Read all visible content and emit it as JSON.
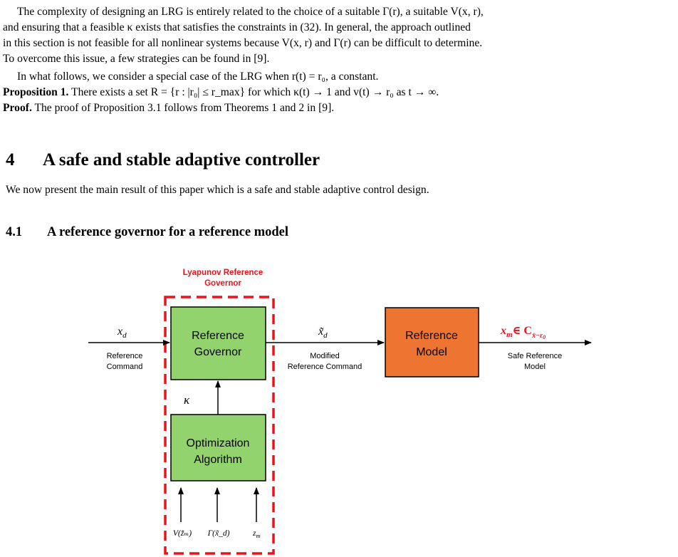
{
  "paragraph1": {
    "line1": "The complexity of designing an LRG is entirely related to the choice of a suitable Γ(r), a suitable V(x, r),",
    "line2": "and ensuring that a feasible κ exists that satisfies the constraints in (32). In general, the approach outlined",
    "line3": "in this section is not feasible for all nonlinear systems because V(x, r) and Γ(r) can be difficult to determine.",
    "line4": "To overcome this issue, a few strategies can be found in [9]."
  },
  "paragraph2": "In what follows, we consider a special case of the LRG when r(t) = r₀, a constant.",
  "proposition": {
    "label": "Proposition 1.",
    "text": "There exists a set R = {r : |r₀| ≤ r_max} for which κ(t) → 1 and v(t) → r₀ as t → ∞."
  },
  "proof": {
    "label": "Proof.",
    "text": "The proof of Proposition 3.1 follows from Theorems 1 and 2 in [9]."
  },
  "section": {
    "number": "4",
    "title": "A safe and stable adaptive controller"
  },
  "section_intro": "We now present the main result of this paper which is a safe and stable adaptive control design.",
  "subsection": {
    "number": "4.1",
    "title": "A reference governor for a reference model"
  },
  "diagram": {
    "lrg_title_line1": "Lyapunov Reference",
    "lrg_title_line2": "Governor",
    "input_symbol": "x",
    "input_subscript": "d",
    "input_label_line1": "Reference",
    "input_label_line2": "Command",
    "governor_line1": "Reference",
    "governor_line2": "Governor",
    "kappa": "κ",
    "optimizer_line1": "Optimization",
    "optimizer_line2": "Algorithm",
    "modified_symbol": "x̃",
    "modified_subscript": "d",
    "modified_label_line1": "Modified",
    "modified_label_line2": "Reference Command",
    "model_line1": "Reference",
    "model_line2": "Model",
    "output_symbol": "x",
    "output_subscript": "m",
    "output_relation": "∈ C",
    "output_set_subscript": "x̄−ε",
    "output_set_subsubscript": "0",
    "output_label_line1": "Safe Reference",
    "output_label_line2": "Model",
    "opt_input1": "V(z̃ₘ)",
    "opt_input2": "Γ(x̃_d)",
    "opt_input3_symbol": "z",
    "opt_input3_subscript": "m",
    "colors": {
      "green_box": "#92d36e",
      "orange_box": "#ed7531",
      "dashed_border": "#e8141c",
      "highlight_text": "#e8141c"
    }
  }
}
